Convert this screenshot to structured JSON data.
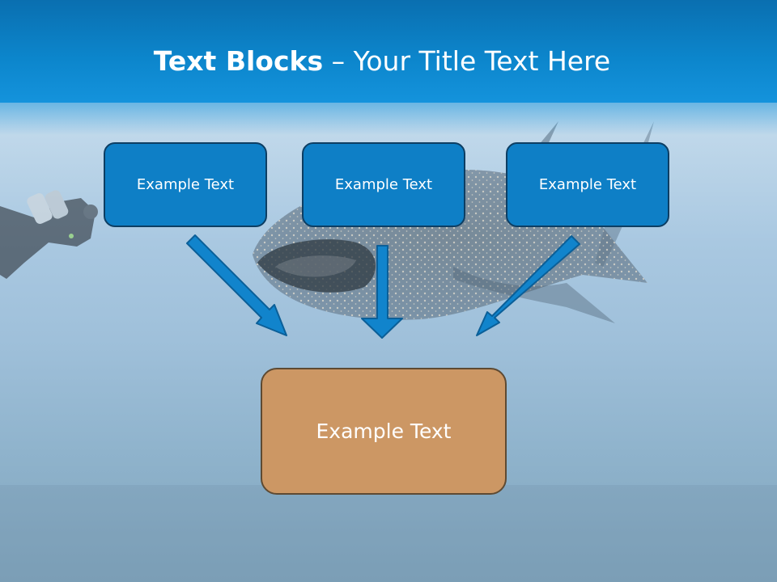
{
  "slide": {
    "title_bold": "Text Blocks",
    "title_rest": " – Your Title Text Here"
  },
  "diagram": {
    "top_boxes": [
      {
        "label": "Example Text"
      },
      {
        "label": "Example Text"
      },
      {
        "label": "Example Text"
      }
    ],
    "bottom_box": {
      "label": "Example Text"
    }
  },
  "colors": {
    "header_blue": "#0c85cb",
    "box_blue": "#0e7fc6",
    "box_border_dark": "#0d3e63",
    "arrow_blue": "#1184cc",
    "box_brown": "#cc9764",
    "box_brown_border": "#5e4a32"
  }
}
